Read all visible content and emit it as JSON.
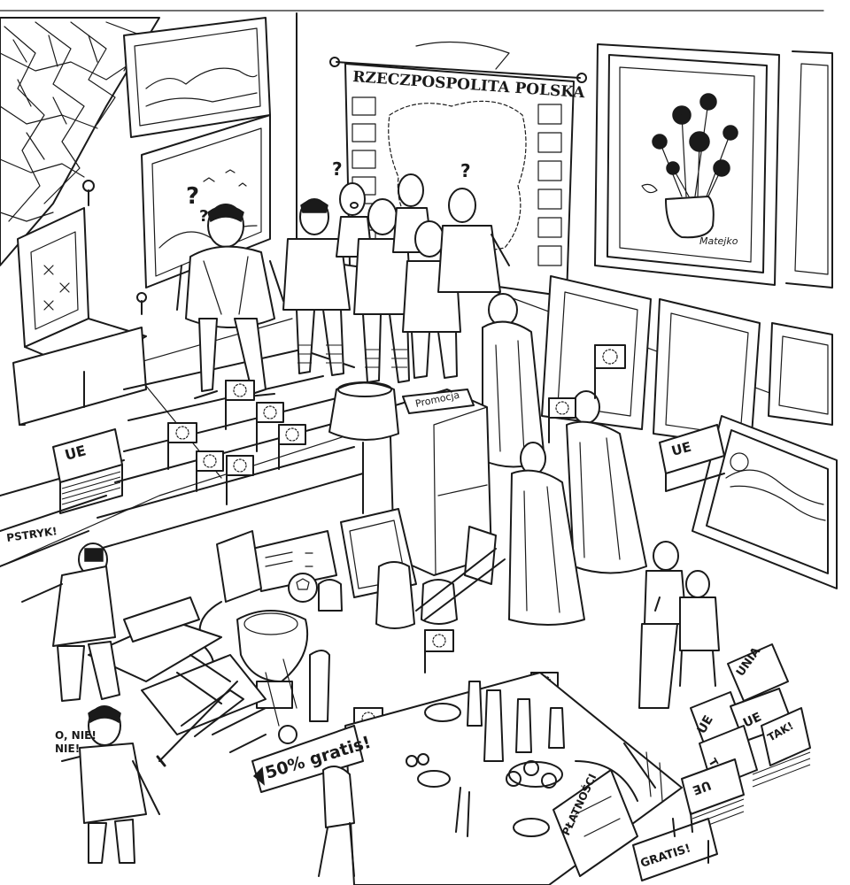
{
  "map_title": "RZECZPOSPOLITA POLSKA",
  "painting_signature": "Matejko",
  "tag_promo": "Promocja",
  "sign_discount": "50% gratis!",
  "sign_payments": "PŁATNOŚCI",
  "sign_gratis": "GRATIS!",
  "crate_labels": [
    "UE",
    "UE",
    "UE",
    "UNIA",
    "UE",
    "TAK!",
    "TAK!",
    "UE"
  ],
  "speech": {
    "photographer": "PSTRYK!",
    "protester_line1": "O, NIE!",
    "protester_line2": "NIE!"
  },
  "question_mark": "?",
  "colors": {
    "ink": "#1a1a1a",
    "paper": "#ffffff"
  },
  "icons": [
    "eu-flag-icon",
    "question-mark-icon",
    "camera-icon",
    "sword-icon",
    "crown-throne-icon"
  ]
}
